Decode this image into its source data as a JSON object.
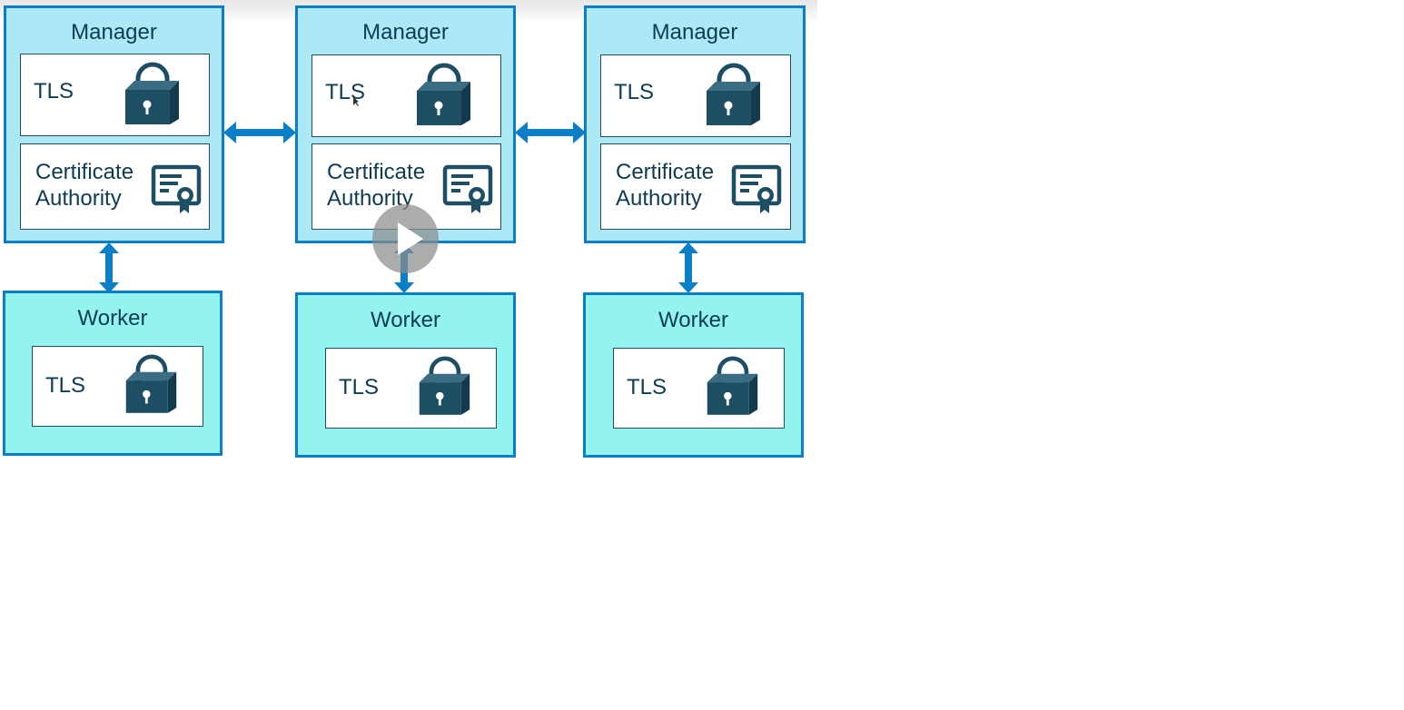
{
  "colors": {
    "manager_fill": "#ade8f7",
    "worker_fill": "#93f3ef",
    "border": "#0a7fc7",
    "icon": "#1d4e63",
    "text": "#0d3b54",
    "arrow": "#0a7fc7"
  },
  "managers": [
    {
      "title": "Manager",
      "tls": "TLS",
      "ca_line1": "Certificate",
      "ca_line2": "Authority",
      "icons": [
        "lock-icon",
        "certificate-icon"
      ]
    },
    {
      "title": "Manager",
      "tls": "TLS",
      "ca_line1": "Certificate",
      "ca_line2": "Authority",
      "icons": [
        "lock-icon",
        "certificate-icon"
      ]
    },
    {
      "title": "Manager",
      "tls": "TLS",
      "ca_line1": "Certificate",
      "ca_line2": "Authority",
      "icons": [
        "lock-icon",
        "certificate-icon"
      ]
    }
  ],
  "workers": [
    {
      "title": "Worker",
      "tls": "TLS",
      "icons": [
        "lock-icon"
      ]
    },
    {
      "title": "Worker",
      "tls": "TLS",
      "icons": [
        "lock-icon"
      ]
    },
    {
      "title": "Worker",
      "tls": "TLS",
      "icons": [
        "lock-icon"
      ]
    }
  ],
  "connections": [
    {
      "from": "manager-1",
      "to": "manager-2",
      "direction": "bidirectional"
    },
    {
      "from": "manager-2",
      "to": "manager-3",
      "direction": "bidirectional"
    },
    {
      "from": "manager-1",
      "to": "worker-1",
      "direction": "bidirectional"
    },
    {
      "from": "manager-2",
      "to": "worker-2",
      "direction": "bidirectional"
    },
    {
      "from": "manager-3",
      "to": "worker-3",
      "direction": "bidirectional"
    }
  ],
  "overlay": {
    "play_button_icon": "play-icon",
    "cursor_icon": "text-cursor-icon"
  }
}
